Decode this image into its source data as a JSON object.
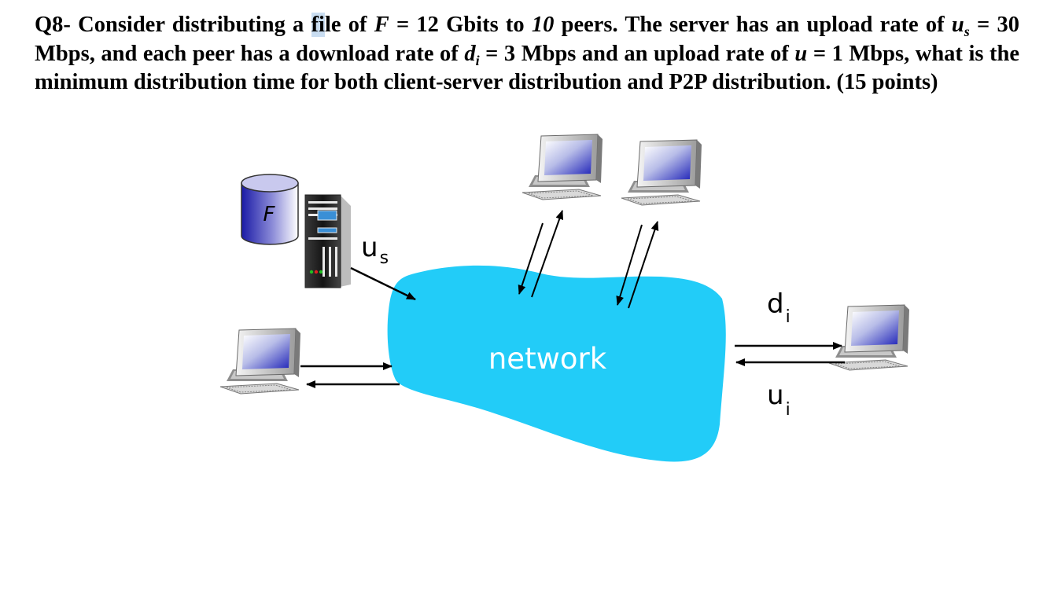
{
  "question": {
    "p1": "Q8- Consider distributing a ",
    "file_word_fi": "fi",
    "file_word_rest": "le of ",
    "F_var": "F",
    "p2": " = 12 Gbits to ",
    "peers_num": "10",
    "p3": " peers. The server has an upload rate of ",
    "us_var": "u",
    "us_sub": "s",
    "p4": " = 30 Mbps, and each peer has a download rate of ",
    "di_var": "d",
    "di_sub": "i",
    "p5": " = 3 Mbps and an upload rate of ",
    "u_var": "u",
    "p6": " = 1 Mbps, what is the minimum distribution time for both client-server distribution and P2P distribution. (15 points)"
  },
  "diagram": {
    "file_label": "F",
    "server_upload_label": "u",
    "server_upload_sub": "s",
    "network_label": "network",
    "download_label": "d",
    "download_sub": "i",
    "upload_label": "u",
    "upload_sub": "i",
    "network_color": "#22ccf8",
    "icons": [
      "database-icon",
      "server-icon",
      "computer-icon"
    ]
  }
}
